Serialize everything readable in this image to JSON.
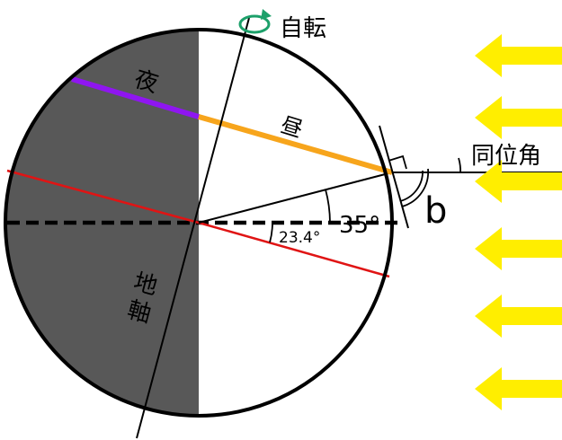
{
  "labels": {
    "rotation": "自転",
    "night": "夜",
    "day": "昼",
    "corresponding_angle": "同位角",
    "angle_b": "b",
    "latitude": "35°",
    "tilt": "23.4°",
    "axis_line1": "地",
    "axis_line2": "軸"
  },
  "colors": {
    "night_side": "#585858",
    "night_segment": "#8f16f0",
    "day_segment": "#f7a51c",
    "latitude_lines": "#e01414",
    "rotation_arrow": "#1ca06a",
    "sun_rays": "#ffee00",
    "outline": "#000000"
  },
  "icons": {
    "rotation": "circular-arrow-icon",
    "sunlight": "arrow-left-icon"
  }
}
